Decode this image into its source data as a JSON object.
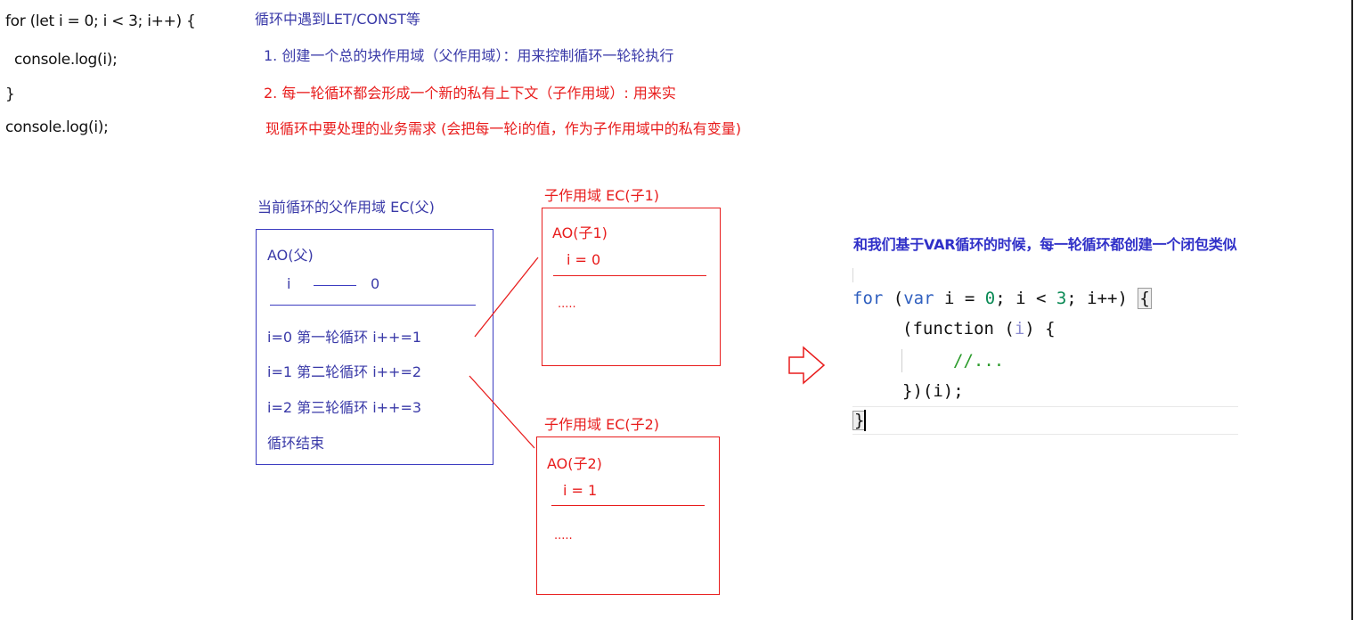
{
  "left_code": {
    "line1": "for (let i = 0; i < 3; i++) {",
    "line2": "console.log(i);",
    "line3": "}",
    "line4": "console.log(i);"
  },
  "notes": {
    "heading": "循环中遇到LET/CONST等",
    "point1": "1. 创建一个总的块作用域（父作用域）：用来控制循环一轮轮执行",
    "point2_a": "2. 每一轮循环都会形成一个新的私有上下文（子作用域）: 用来实",
    "point2_b": "现循环中要处理的业务需求 (会把每一轮i的值，作为子作用域中的私有变量)"
  },
  "parent_scope": {
    "title": "当前循环的父作用域 EC(父)",
    "ao_label": "AO(父)",
    "var_name": "i",
    "var_value": "0",
    "round1": "i=0 第一轮循环  i++=1",
    "round2": "i=1 第二轮循环  i++=2",
    "round3": "i=2 第三轮循环  i++=3",
    "end": "循环结束"
  },
  "child1": {
    "title": "子作用域 EC(子1)",
    "ao_label": "AO(子1)",
    "var": "i = 0",
    "ellipsis": "....."
  },
  "child2": {
    "title": "子作用域 EC(子2)",
    "ao_label": "AO(子2)",
    "var": "i = 1",
    "ellipsis": "....."
  },
  "comparison": {
    "title": "和我们基于VAR循环的时候，每一轮循环都创建一个闭包类似",
    "code": {
      "for_kw": "for",
      "open_paren": " (",
      "var_kw": "var",
      "init": " i = ",
      "zero": "0",
      "cond": "; i < ",
      "three": "3",
      "incr": "; i++) ",
      "brace": "{",
      "line2_a": "(function (",
      "line2_param": "i",
      "line2_b": ") {",
      "line3_comment": "//...",
      "line4": "})(i);",
      "line5": "}"
    }
  },
  "colors": {
    "blue": "#3c3cc0",
    "red": "#e81c1c",
    "keyword": "#2f5fbf",
    "number": "#0a8a55",
    "comment": "#2b9b2b"
  },
  "icons": {
    "arrow": "right-arrow-outline-icon"
  }
}
